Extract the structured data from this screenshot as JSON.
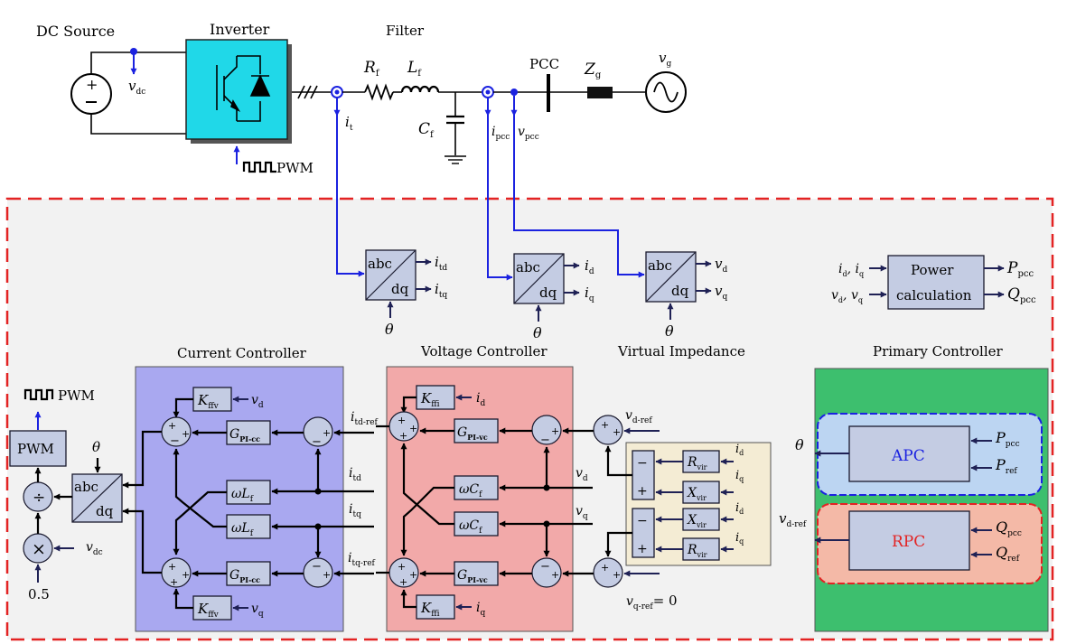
{
  "power_stage": {
    "dc_source": "DC Source",
    "inverter": "Inverter",
    "filter": "Filter",
    "pcc": "PCC",
    "pwm_in": "PWM",
    "v_dc": "v",
    "v_dc_sub": "dc",
    "i_t": "i",
    "i_t_sub": "t",
    "i_pcc": "i",
    "i_pcc_sub": "pcc",
    "v_pcc": "v",
    "v_pcc_sub": "pcc",
    "R_f": "R",
    "R_f_sub": "f",
    "L_f": "L",
    "L_f_sub": "f",
    "C_f": "C",
    "C_f_sub": "f",
    "Z_g": "Z",
    "Z_g_sub": "g",
    "v_g": "v",
    "v_g_sub": "g"
  },
  "transforms": {
    "abc": "abc",
    "dq": "dq",
    "theta": "θ",
    "t1_out1": "i",
    "t1_out1_sub": "td",
    "t1_out2": "i",
    "t1_out2_sub": "tq",
    "t2_out1": "i",
    "t2_out1_sub": "d",
    "t2_out2": "i",
    "t2_out2_sub": "q",
    "t3_out1": "v",
    "t3_out1_sub": "d",
    "t3_out2": "v",
    "t3_out2_sub": "q"
  },
  "power_calc": {
    "line1": "Power",
    "line2": "calculation",
    "in1": "i",
    "in1_sub": "d",
    "in1_sep": ", i",
    "in1_sub2": "q",
    "in2": "v",
    "in2_sub": "d",
    "in2_sep": ", v",
    "in2_sub2": "q",
    "out1": "P",
    "out1_sub": "pcc",
    "out2": "Q",
    "out2_sub": "pcc"
  },
  "sections": {
    "current_controller": "Current Controller",
    "voltage_controller": "Voltage Controller",
    "virtual_impedance": "Virtual Impedance",
    "primary_controller": "Primary Controller"
  },
  "current_controller": {
    "k_ffv": "K",
    "k_ffv_sub": "ffv",
    "g_pi_cc": "G",
    "g_pi_cc_sub": "PI-cc",
    "omega_lf": "ωL",
    "omega_lf_sub": "f",
    "v_d": "v",
    "v_d_sub": "d",
    "v_q": "v",
    "v_q_sub": "q",
    "i_td": "i",
    "i_td_sub": "td",
    "i_tq": "i",
    "i_tq_sub": "tq",
    "i_td_ref": "i",
    "i_td_ref_sub": "td-ref",
    "i_tq_ref": "i",
    "i_tq_ref_sub": "tq-ref"
  },
  "voltage_controller": {
    "k_ffi": "K",
    "k_ffi_sub": "ffi",
    "g_pi_vc": "G",
    "g_pi_vc_sub": "PI-vc",
    "omega_cf": "ωC",
    "omega_cf_sub": "f",
    "i_d": "i",
    "i_d_sub": "d",
    "i_q": "i",
    "i_q_sub": "q",
    "v_d": "v",
    "v_d_sub": "d",
    "v_q": "v",
    "v_q_sub": "q"
  },
  "virtual_impedance": {
    "r_vir": "R",
    "r_vir_sub": "vir",
    "x_vir": "X",
    "x_vir_sub": "vir",
    "v_d_ref": "v",
    "v_d_ref_sub": "d-ref",
    "v_q_ref": "v",
    "v_q_ref_sub": "q-ref",
    "v_q_ref_eq": "= 0",
    "i_d": "i",
    "i_d_sub": "d",
    "i_q": "i",
    "i_q_sub": "q"
  },
  "primary_controller": {
    "apc": "APC",
    "rpc": "RPC",
    "p_pcc": "P",
    "p_pcc_sub": "pcc",
    "p_ref": "P",
    "p_ref_sub": "ref",
    "q_pcc": "Q",
    "q_pcc_sub": "pcc",
    "q_ref": "Q",
    "q_ref_sub": "ref",
    "theta": "θ",
    "v_d_ref": "v",
    "v_d_ref_sub": "d-ref"
  },
  "pwm_stage": {
    "pwm_out": "PWM",
    "pwm_box": "PWM",
    "theta": "θ",
    "divide": "÷",
    "multiply": "×",
    "v_dc": "v",
    "v_dc_sub": "dc",
    "gain": "0.5",
    "abc": "abc",
    "dq": "dq"
  },
  "colors": {
    "current_bg": "#a9a8f0",
    "voltage_bg": "#f2a9a9",
    "virtual_bg": "#f4ecd4",
    "primary_bg": "#3dbf6e",
    "apc_bg": "#bcd5f2",
    "rpc_bg": "#f4b9a7",
    "inverter_bg": "#20d8e8",
    "dashed_border": "#e32323",
    "signal_blue": "#1b22e0"
  }
}
